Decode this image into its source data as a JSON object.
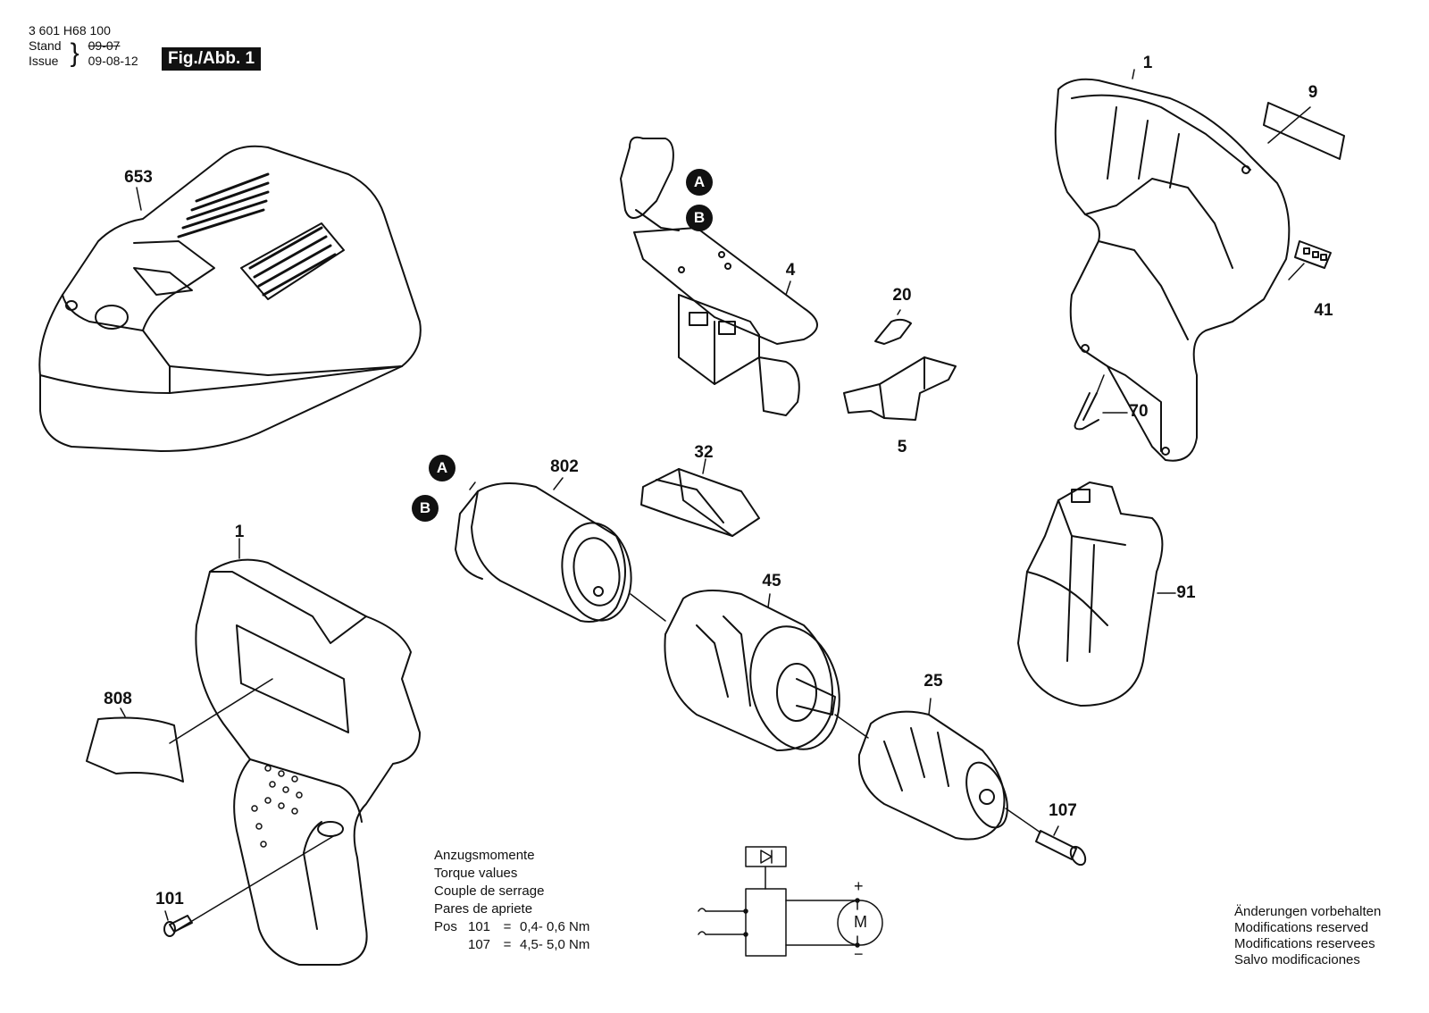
{
  "header": {
    "doc_number": "3 601 H68 100",
    "stand_label": "Stand",
    "issue_label": "Issue",
    "stand_date": "09-07",
    "issue_date": "09-08-12",
    "figure_label": "Fig./Abb. 1"
  },
  "badges": {
    "a": "A",
    "b": "B"
  },
  "parts": {
    "p1_housing": "1",
    "p1_tool": "1",
    "p4": "4",
    "p5": "5",
    "p9": "9",
    "p20": "20",
    "p25": "25",
    "p32": "32",
    "p41": "41",
    "p45": "45",
    "p70": "70",
    "p91": "91",
    "p101": "101",
    "p107": "107",
    "p653": "653",
    "p802": "802",
    "p808": "808"
  },
  "torque": {
    "lines": [
      "Anzugsmomente",
      "Torque values",
      "Couple de serrage",
      "Pares de apriete"
    ],
    "pos_label": "Pos",
    "rows": [
      {
        "pos": "101",
        "eq": "=",
        "value": "0,4- 0,6 Nm"
      },
      {
        "pos": "107",
        "eq": "=",
        "value": "4,5- 5,0 Nm"
      }
    ]
  },
  "schematic": {
    "motor": "M",
    "plus": "+",
    "minus": "−"
  },
  "notes": [
    "Änderungen vorbehalten",
    "Modifications reserved",
    "Modifications reservees",
    "Salvo modificaciones"
  ]
}
